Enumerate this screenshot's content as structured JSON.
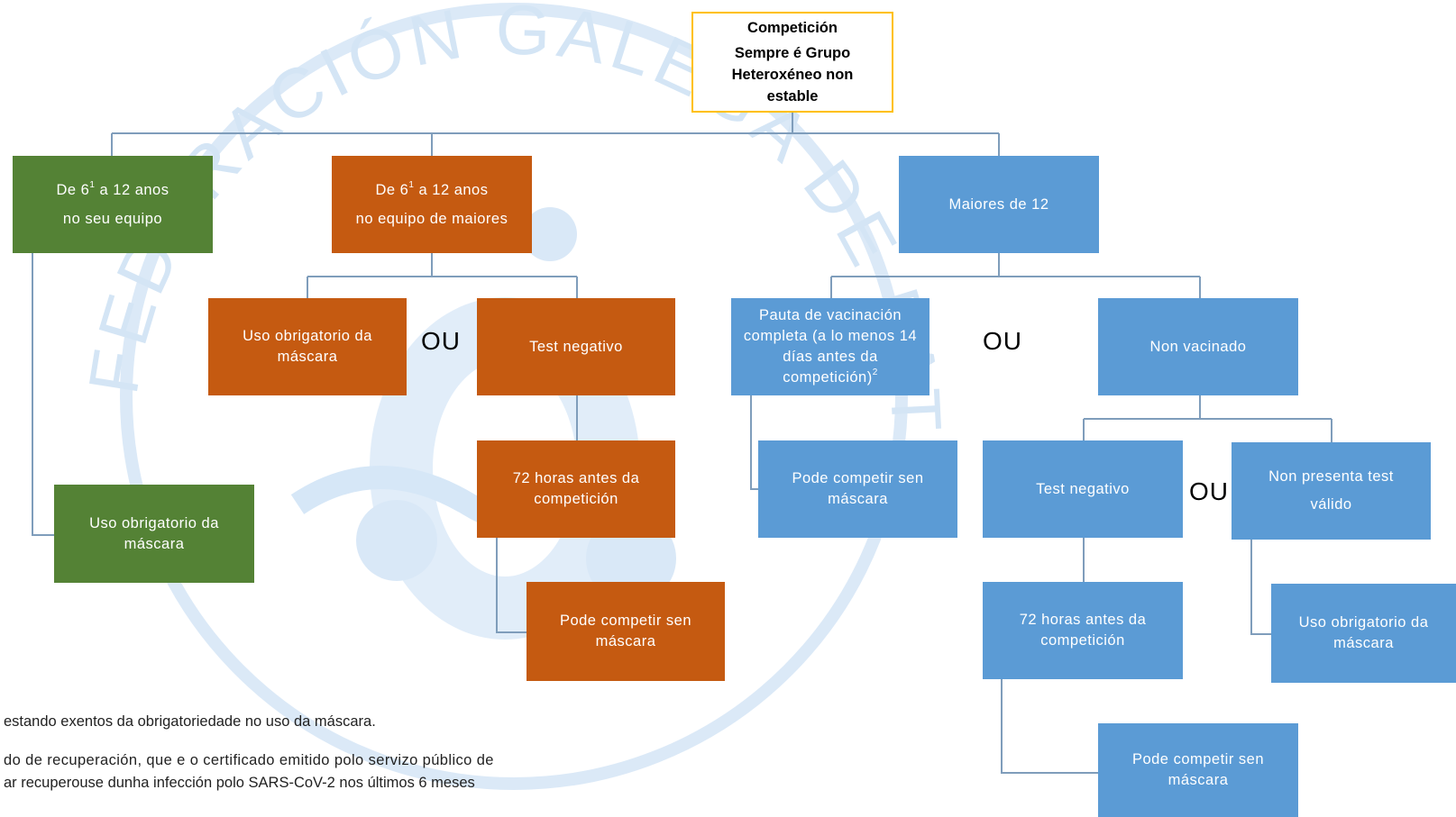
{
  "watermark": {
    "text": "FEDERACIÓN GALEGA DE PATINAXE",
    "color": "#bcd7f0"
  },
  "colors": {
    "green": "#548235",
    "orange": "#c55a11",
    "blue": "#5b9bd5",
    "root_border": "#ffc000",
    "connector": "#7f9dbb"
  },
  "root": {
    "line1": "Competición",
    "line2": "Sempre é Grupo",
    "line3": "Heteroxéneo non",
    "line4": "estable"
  },
  "green": {
    "header_line1_pre": "De 6",
    "header_line1_sup": "1",
    "header_line1_post": " a 12 anos",
    "header_line2": "no seu equipo",
    "mask": "Uso obrigatorio da máscara"
  },
  "orange": {
    "header_line1_pre": "De 6",
    "header_line1_sup": "1",
    "header_line1_post": " a 12 anos",
    "header_line2": "no equipo de maiores",
    "mask": "Uso obrigatorio da máscara",
    "test": "Test negativo",
    "hours": "72 horas antes da competición",
    "compete": "Pode competir sen máscara"
  },
  "blue": {
    "header": "Maiores de 12",
    "vaccine_text": "Pauta de vacinación completa (a lo menos 14 días antes da competición)",
    "vaccine_sup": "2",
    "not_vaccinated": "Non vacinado",
    "vaccine_compete": "Pode competir sen máscara",
    "test": "Test negativo",
    "no_test": "Non presenta test válido",
    "hours": "72 horas antes da competición",
    "mask": "Uso obrigatorio da máscara",
    "compete": "Pode competir sen máscara"
  },
  "ou_label": "OU",
  "footnotes": {
    "line1": "estando exentos da obrigatoriedade no uso da máscara.",
    "line2": "do de recuperación, que e o certificado emitido polo servizo público de",
    "line3": "ar recuperouse dunha infección polo SARS-CoV-2 nos últimos 6 meses"
  }
}
